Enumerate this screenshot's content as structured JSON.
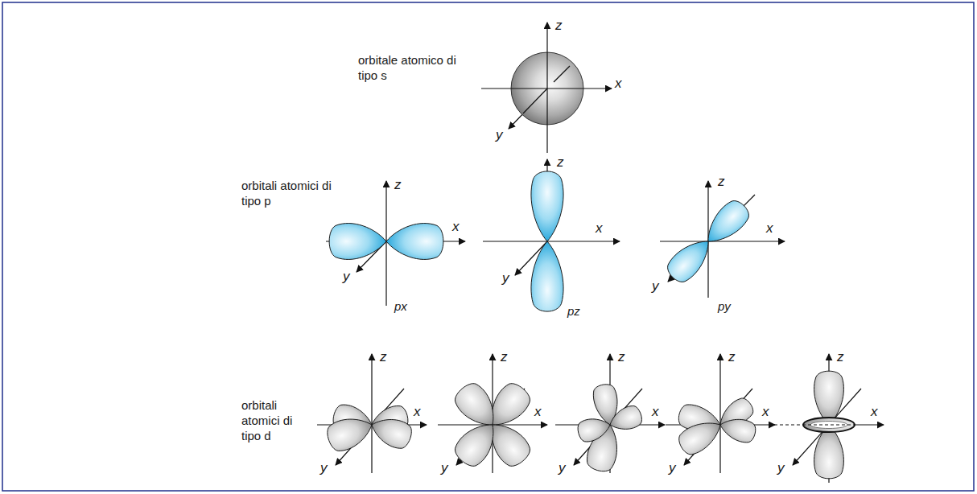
{
  "diagram": {
    "labels": [
      "orbitale atomico di tipo s",
      "z",
      "x",
      "y",
      "orbitali atomici di tipo p",
      "z",
      "x",
      "y",
      "px",
      "z",
      "x",
      "y",
      "pz",
      "z",
      "x",
      "y",
      "py",
      "orbitali atomici di tipo d",
      "z",
      "x",
      "y",
      "z",
      "x",
      "y",
      "z",
      "x",
      "y",
      "z",
      "x",
      "y",
      "z",
      "x",
      "y"
    ]
  }
}
